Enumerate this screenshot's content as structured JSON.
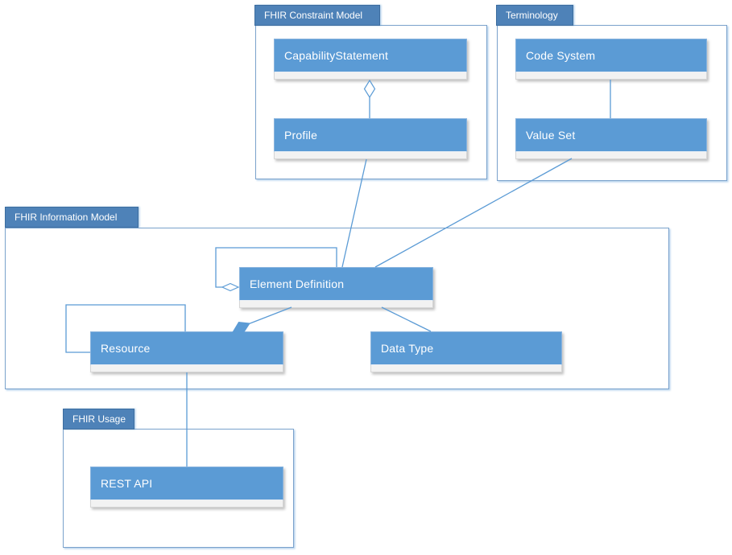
{
  "diagram": {
    "packages": [
      {
        "name": "FHIR Constraint Model"
      },
      {
        "name": "Terminology"
      },
      {
        "name": "FHIR Information Model"
      },
      {
        "name": "FHIR Usage"
      }
    ],
    "classes": [
      {
        "name": "CapabilityStatement",
        "package": "FHIR Constraint Model"
      },
      {
        "name": "Profile",
        "package": "FHIR Constraint Model"
      },
      {
        "name": "Code System",
        "package": "Terminology"
      },
      {
        "name": "Value Set",
        "package": "Terminology"
      },
      {
        "name": "Element Definition",
        "package": "FHIR Information Model"
      },
      {
        "name": "Resource",
        "package": "FHIR Information Model"
      },
      {
        "name": "Data Type",
        "package": "FHIR Information Model"
      },
      {
        "name": "REST API",
        "package": "FHIR Usage"
      }
    ],
    "relationships": [
      {
        "from": "CapabilityStatement",
        "to": "Profile",
        "type": "aggregation"
      },
      {
        "from": "Code System",
        "to": "Value Set",
        "type": "association"
      },
      {
        "from": "Profile",
        "to": "Element Definition",
        "type": "association"
      },
      {
        "from": "Value Set",
        "to": "Element Definition",
        "type": "association"
      },
      {
        "from": "Element Definition",
        "to": "Element Definition",
        "type": "self-aggregation"
      },
      {
        "from": "Element Definition",
        "to": "Data Type",
        "type": "association"
      },
      {
        "from": "Resource",
        "to": "Element Definition",
        "type": "composition"
      },
      {
        "from": "Resource",
        "to": "Resource",
        "type": "self-association"
      },
      {
        "from": "Resource",
        "to": "REST API",
        "type": "association"
      }
    ],
    "colors": {
      "class_fill": "#5B9BD5",
      "class_border": "#8AB4DE",
      "compartment_fill": "#F2F2F2",
      "compartment_border": "#D6D6D6",
      "package_tab_fill": "#4E82B8",
      "package_border": "#7BA2CC",
      "connector": "#5B9BD5",
      "label_text": "#FFFFFF",
      "background": "#FFFFFF"
    }
  }
}
